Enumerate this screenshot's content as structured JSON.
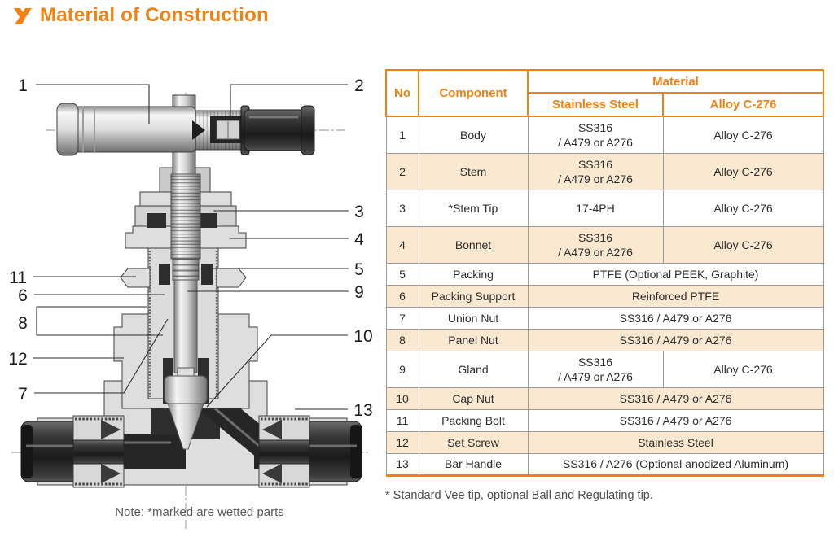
{
  "title": {
    "text": "Material of Construction",
    "icon": "brand-valve-icon",
    "color": "#EF8213"
  },
  "diagram": {
    "note": "Note: *marked are wetted parts",
    "callouts": [
      "1",
      "2",
      "3",
      "4",
      "5",
      "6",
      "7",
      "8",
      "9",
      "10",
      "11",
      "12",
      "13"
    ]
  },
  "table": {
    "headers": {
      "no": "No",
      "component": "Component",
      "material": "Material",
      "stainless": "Stainless Steel",
      "alloy": "Alloy C-276"
    },
    "rows": [
      {
        "no": "1",
        "component": "Body",
        "stainless": "SS316\n/ A479 or A276",
        "alloy": "Alloy C-276"
      },
      {
        "no": "2",
        "component": "Stem",
        "stainless": "SS316\n/ A479 or A276",
        "alloy": "Alloy C-276"
      },
      {
        "no": "3",
        "component": "*Stem Tip",
        "stainless": "17-4PH",
        "alloy": "Alloy C-276"
      },
      {
        "no": "4",
        "component": "Bonnet",
        "stainless": "SS316\n/ A479 or A276",
        "alloy": "Alloy C-276"
      },
      {
        "no": "5",
        "component": "Packing",
        "material": "PTFE (Optional PEEK, Graphite)"
      },
      {
        "no": "6",
        "component": "Packing Support",
        "material": "Reinforced PTFE"
      },
      {
        "no": "7",
        "component": "Union Nut",
        "material": "SS316 / A479 or A276"
      },
      {
        "no": "8",
        "component": "Panel Nut",
        "material": "SS316 / A479 or A276"
      },
      {
        "no": "9",
        "component": "Gland",
        "stainless": "SS316\n/ A479 or A276",
        "alloy": "Alloy C-276"
      },
      {
        "no": "10",
        "component": "Cap Nut",
        "material": "SS316 / A479 or A276"
      },
      {
        "no": "11",
        "component": "Packing Bolt",
        "material": "SS316 / A479 or A276"
      },
      {
        "no": "12",
        "component": "Set Screw",
        "material": "Stainless Steel"
      },
      {
        "no": "13",
        "component": "Bar Handle",
        "material": "SS316 / A276 (Optional anodized Aluminum)"
      }
    ],
    "footnote": "* Standard Vee tip, optional Ball and Regulating tip.",
    "row_shade_color": "#FAE8D1",
    "accent_color": "#EF8213"
  }
}
